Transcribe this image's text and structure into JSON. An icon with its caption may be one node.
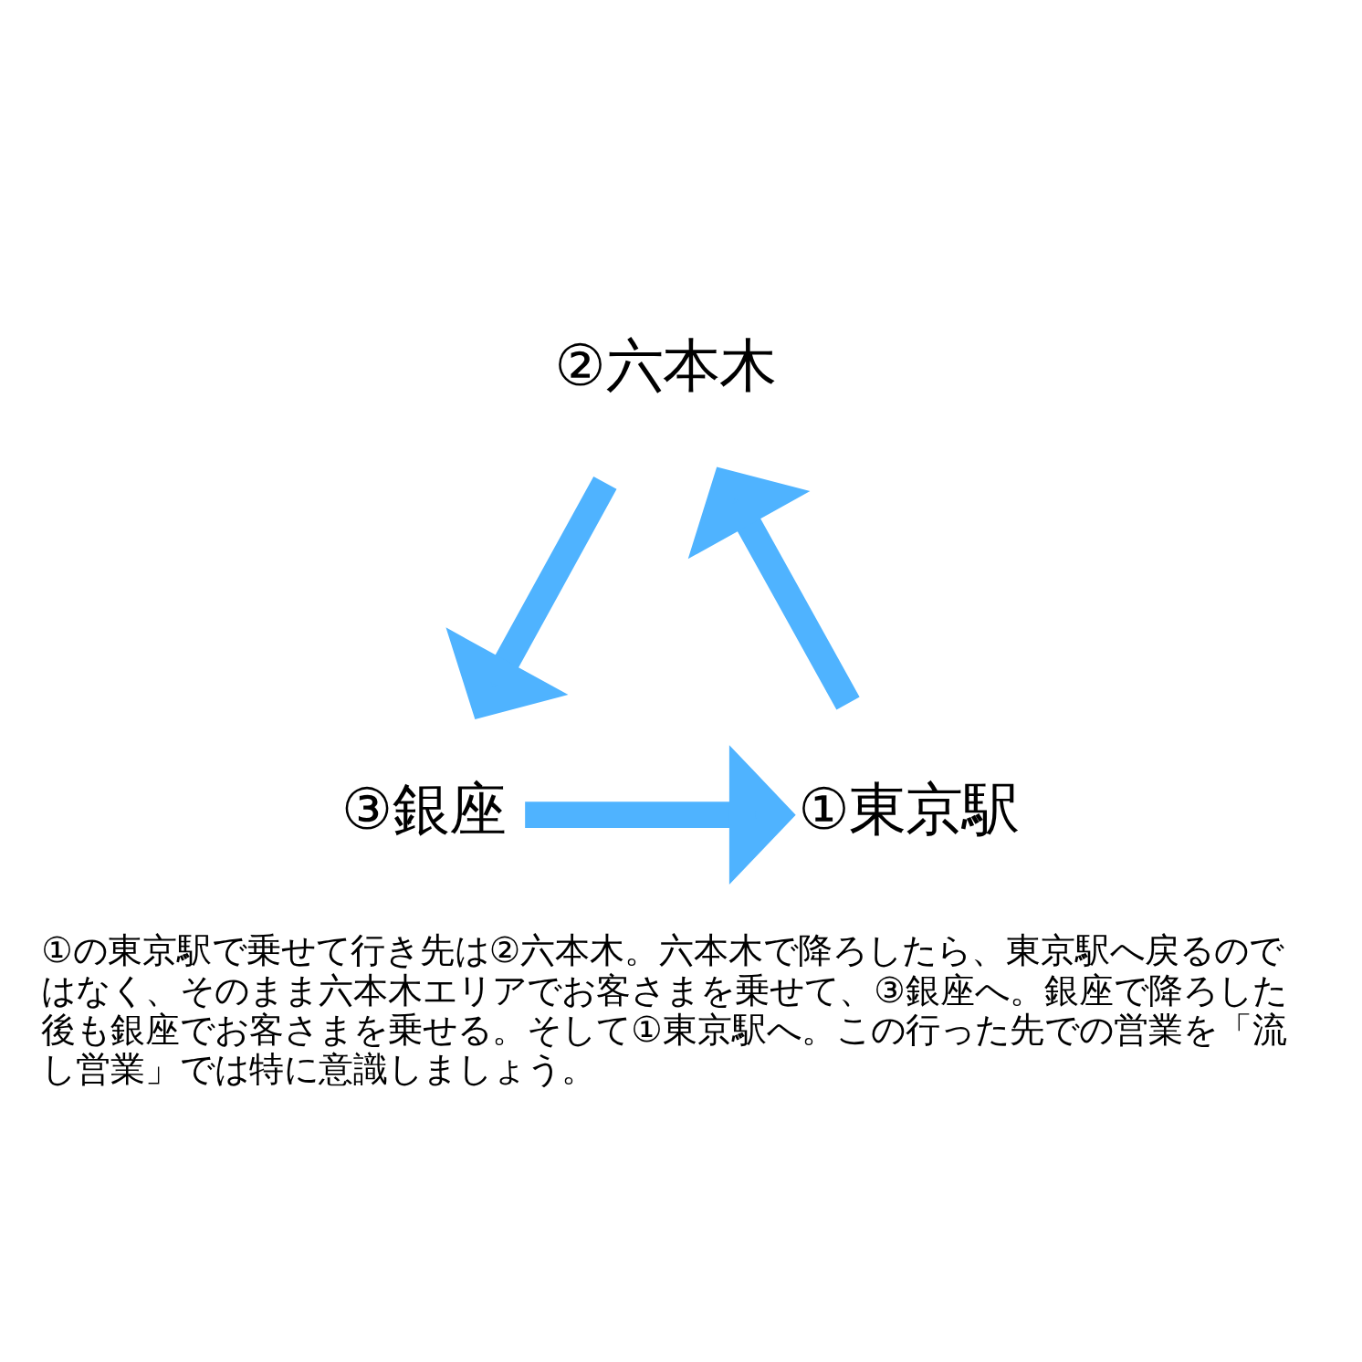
{
  "diagram": {
    "nodes": [
      {
        "text": [
          "②六本木"
        ]
      },
      {
        "text": [
          "③銀座"
        ]
      },
      {
        "text": [
          "①東京駅"
        ]
      }
    ],
    "edges": [
      {
        "from": 2,
        "to": 0,
        "arrow": "to"
      },
      {
        "from": 0,
        "to": 1,
        "arrow": "to"
      },
      {
        "from": 1,
        "to": 2,
        "arrow": "to"
      }
    ],
    "caption": "①の東京駅で乗せて行き先は②六本木。六本木で降ろしたら、東京駅へ戻るのではなく、そのまま六本木エリアでお客さまを乗せて、③銀座へ。銀座で降ろした後も銀座でお客さまを乗せる。そして①東京駅へ。この行った先での営業を「流し営業」では特に意識しましょう。"
  }
}
